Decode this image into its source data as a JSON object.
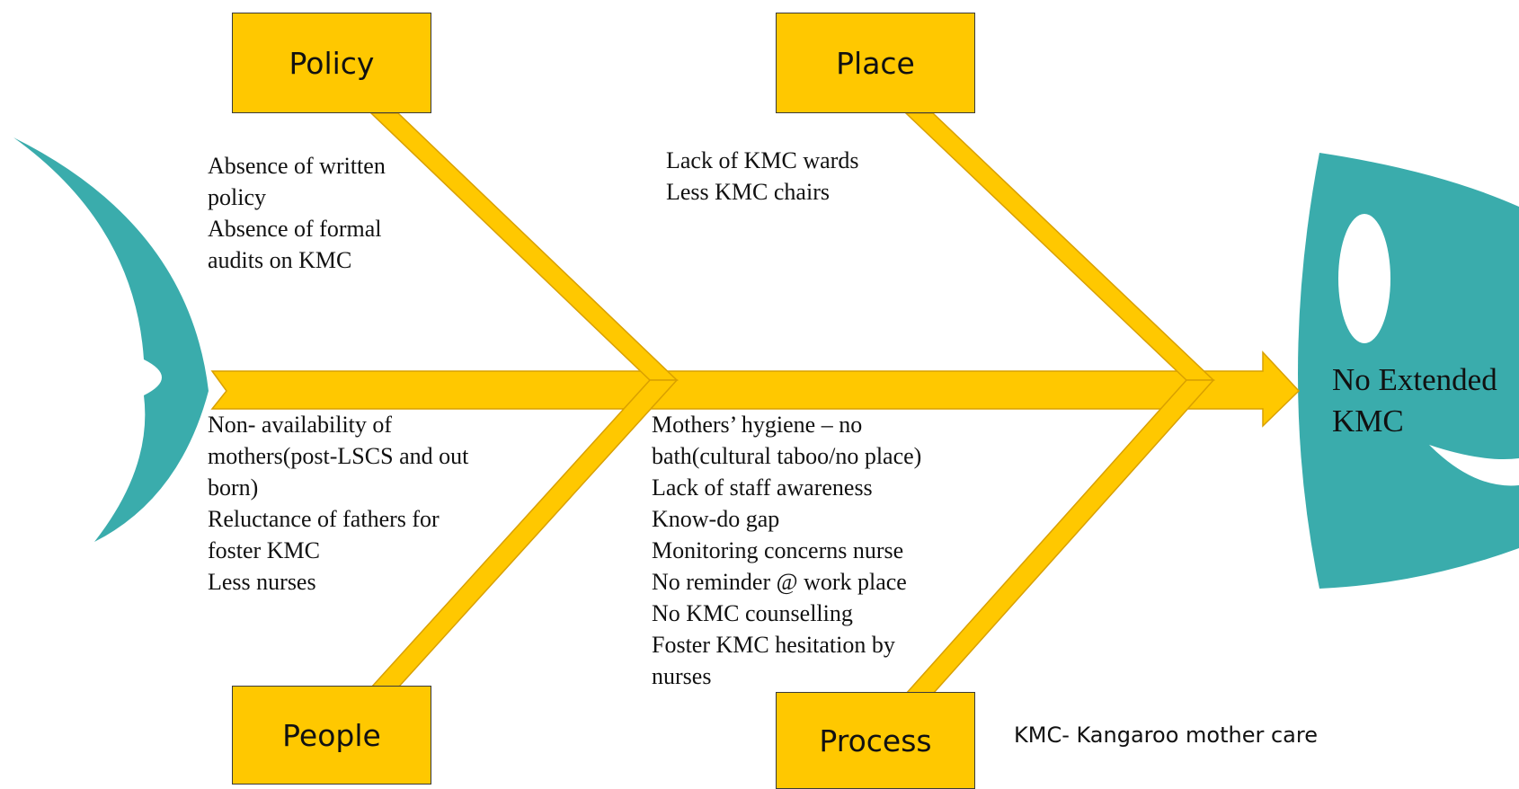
{
  "effect": {
    "lines": [
      "No Extended",
      "KMC"
    ]
  },
  "legend": "KMC- Kangaroo mother care",
  "categories": {
    "policy": {
      "label": "Policy",
      "causes": [
        "Absence of written",
        "policy",
        "Absence of formal",
        "audits on KMC"
      ]
    },
    "place": {
      "label": "Place",
      "causes": [
        "Lack of KMC wards",
        "Less KMC chairs"
      ]
    },
    "people": {
      "label": "People",
      "causes": [
        "Non- availability  of",
        "mothers(post-LSCS and out",
        "born)",
        "Reluctance of fathers for",
        "foster KMC",
        "Less nurses"
      ]
    },
    "process": {
      "label": "Process",
      "causes": [
        "Mothers’ hygiene  – no",
        "bath(cultural  taboo/no place)",
        "Lack of staff awareness",
        "Know-do gap",
        "Monitoring  concerns nurse",
        "No reminder  @  work place",
        "No KMC  counselling",
        "Foster KMC  hesitation  by",
        "nurses"
      ]
    }
  },
  "colors": {
    "bone": "#ffc800",
    "bone_edge": "#d9a000",
    "fish": "#3aacac",
    "box_border": "#3a3a3a"
  }
}
